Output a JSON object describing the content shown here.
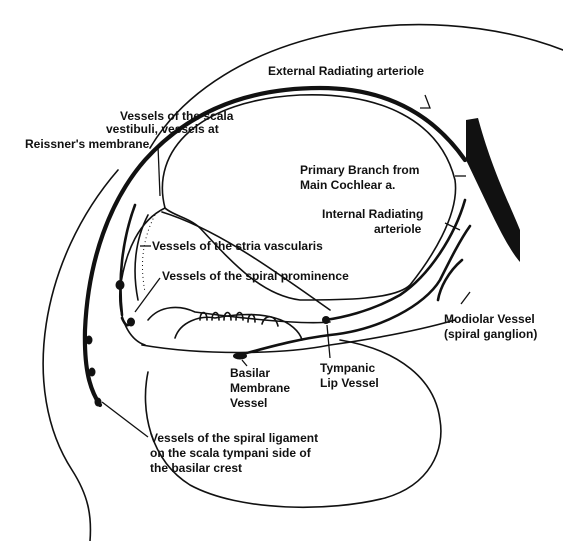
{
  "labels": {
    "external_radiating": "External Radiating arteriole",
    "scala_vestibuli_1": "Vessels of the scala",
    "scala_vestibuli_2": "vestibuli, vessels at",
    "scala_vestibuli_3": "Reissner's membrane",
    "primary_branch_1": "Primary Branch from",
    "primary_branch_2": "Main Cochlear a.",
    "internal_radiating_1": "Internal Radiating",
    "internal_radiating_2": "arteriole",
    "stria_vascularis": "Vessels of the stria vascularis",
    "spiral_prominence": "Vessels of the spiral prominence",
    "modiolar_1": "Modiolar Vessel",
    "modiolar_2": "(spiral ganglion)",
    "basilar_1": "Basilar",
    "basilar_2": "Membrane",
    "basilar_3": "Vessel",
    "tympanic_1": "Tympanic",
    "tympanic_2": "Lip Vessel",
    "spiral_ligament_1": "Vessels of the spiral ligament",
    "spiral_ligament_2": "on the scala tympani side of",
    "spiral_ligament_3": "the basilar crest"
  },
  "colors": {
    "ink": "#111111",
    "background": "#ffffff"
  }
}
